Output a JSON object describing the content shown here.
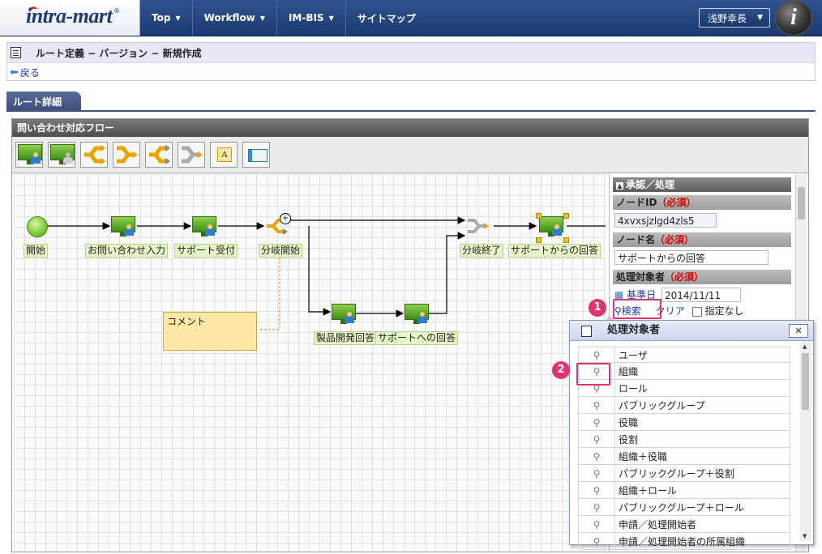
{
  "header": {
    "logo_text": "intra-mart",
    "nav": [
      {
        "label": "Top"
      },
      {
        "label": "Workflow"
      },
      {
        "label": "IM-BIS"
      },
      {
        "label": "サイトマップ"
      }
    ],
    "user_name": "浅野幸長",
    "brand_letter": "i"
  },
  "page": {
    "title": "ルート定義 − バージョン − 新規作成",
    "back_label": "戻る",
    "tab_label": "ルート詳細"
  },
  "designer": {
    "panel_title": "問い合わせ対応フロー",
    "nodes": {
      "start": "開始",
      "inquiry_input": "お問い合わせ入力",
      "support_accept": "サポート受付",
      "branch_start": "分岐開始",
      "branch_end": "分岐終了",
      "support_answer": "サポートからの回答",
      "dev_answer": "製品開発回答",
      "answer_to_support": "サポートへの回答"
    },
    "comment": "コメント"
  },
  "properties": {
    "section_title": "承認／処理",
    "node_id_label": "ノードID",
    "node_name_label": "ノード名",
    "required": "（必須）",
    "node_id_value": "4xvxsjzlgd4zls5",
    "node_name_value": "サポートからの回答",
    "target_label": "処理対象者",
    "base_date_label": "基準日",
    "base_date_value": "2014/11/11",
    "search_label": "検索",
    "clear_label": "クリア",
    "none_label": "指定なし"
  },
  "popup": {
    "title": "処理対象者",
    "close": "✕",
    "items": [
      "ユーザ",
      "組織",
      "ロール",
      "パブリックグループ",
      "役職",
      "役割",
      "組織＋役職",
      "パブリックグループ＋役割",
      "組織＋ロール",
      "パブリックグループ＋ロール",
      "申請／処理開始者",
      "申請／処理開始者の所属組織"
    ]
  },
  "markers": [
    "1",
    "2"
  ]
}
